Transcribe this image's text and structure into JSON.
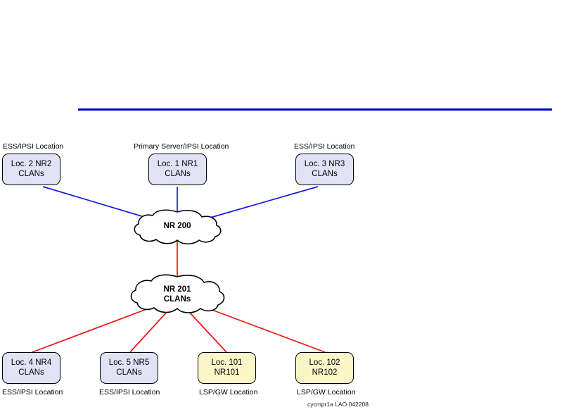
{
  "figure": {
    "footer_credit": "cycmpr1a LAO 042208",
    "rule_color": "#0000cc",
    "link_color_upper": "#1a1ae6",
    "link_color_lower": "#ee1111",
    "box_fill_clan": "#e2e2f6",
    "box_fill_gateway": "#fbf6c8",
    "box_border": "#000000"
  },
  "clouds": [
    {
      "id": "nr200",
      "lines": [
        "NR 200"
      ]
    },
    {
      "id": "nr201",
      "lines": [
        "NR 201",
        "CLANs"
      ]
    }
  ],
  "top_nodes": [
    {
      "id": "loc2",
      "caption": "ESS/IPSI Location",
      "lines": [
        "Loc. 2 NR2",
        "CLANs"
      ],
      "type": "clan"
    },
    {
      "id": "loc1",
      "caption": "Primary Server/IPSI Location",
      "lines": [
        "Loc. 1 NR1",
        "CLANs"
      ],
      "type": "clan"
    },
    {
      "id": "loc3",
      "caption": "ESS/IPSI Location",
      "lines": [
        "Loc. 3 NR3",
        "CLANs"
      ],
      "type": "clan"
    }
  ],
  "bottom_nodes": [
    {
      "id": "loc4",
      "caption": "ESS/IPSI Location",
      "lines": [
        "Loc. 4 NR4",
        "CLANs"
      ],
      "type": "clan"
    },
    {
      "id": "loc5",
      "caption": "ESS/IPSI Location",
      "lines": [
        "Loc. 5 NR5",
        "CLANs"
      ],
      "type": "clan"
    },
    {
      "id": "loc101",
      "caption": "LSP/GW Location",
      "lines": [
        "Loc. 101",
        "NR101"
      ],
      "type": "gw"
    },
    {
      "id": "loc102",
      "caption": "LSP/GW Location",
      "lines": [
        "Loc. 102",
        "NR102"
      ],
      "type": "gw"
    }
  ]
}
